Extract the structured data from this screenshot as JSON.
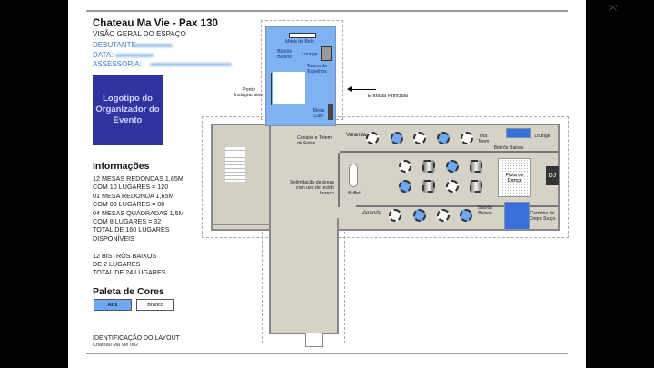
{
  "header": {
    "title": "Chateau Ma Vie - Pax 130",
    "subtitle": "VISÃO GERAL DO ESPAÇO",
    "debutante_label": "DEBUTANTE",
    "data_label": "DATA:",
    "assessoria_label": "ASSESSORIA:"
  },
  "logo": {
    "text": "Logotipo do Organizador do Evento"
  },
  "info": {
    "heading": "Informações",
    "body": "12 MESAS REDONDAS 1,65M\nCOM 10 LUGARES = 120\n01 MESA REDONDA 1,65M\nCOM 08 LUGARES = 08\n04 MESAS QUADRADAS 1,5M\nCOM 8 LUGARES = 32\nTOTAL DE 160 LUGARES\nDISPONÍVEIS\n\n12 BISTRÔS BAIXOS\nDE 2 LUGARES\nTOTAL DE 24 LUGARES"
  },
  "palette": {
    "heading": "Paleta de Cores",
    "swatches": [
      {
        "label": "Azul",
        "color": "#6fa8f0"
      },
      {
        "label": "Branco",
        "color": "#ffffff"
      }
    ]
  },
  "footer": {
    "line1": "IDENTIFICAÇÃO DO LAYOUT",
    "line2": "Chateau Ma Vie 002"
  },
  "plan": {
    "mesa_bolo": "Mesa do Bolo",
    "bistros_top": "Bistrôs Baixos",
    "lounge_top": "Lounge",
    "totem_espelhos": "Totens de Espelhos",
    "ponto_insta": "Ponto Instagramável",
    "mesa_cafe": "Mesa Café",
    "entrada": "Entrada Principal",
    "cenario": "Cenário e Totem de Fotos",
    "delimitacao": "Delimitação de áreas com uso de tecido branco",
    "buffet": "Buffet",
    "varanda_top": "Varanda",
    "varanda_bottom": "Varanda",
    "ilha": "Ilha Teem",
    "lounge_right": "Lounge",
    "bistros_right": "Bistrôs Baixos",
    "pista": "Pista de Dança",
    "dj": "DJ",
    "bistros_bottom": "Bistrôs Baixos",
    "carrinho": "Carrinho de Crepe Suíço"
  },
  "tables": [
    {
      "row": "top",
      "shape": "round",
      "color": "#ffffff"
    },
    {
      "row": "top",
      "shape": "round",
      "color": "#6fa8f0"
    },
    {
      "row": "top",
      "shape": "round",
      "color": "#ffffff"
    },
    {
      "row": "top",
      "shape": "round",
      "color": "#6fa8f0"
    },
    {
      "row": "top",
      "shape": "round",
      "color": "#ffffff"
    },
    {
      "row": "mid1",
      "shape": "round",
      "color": "#ffffff"
    },
    {
      "row": "mid1",
      "shape": "square",
      "color": "#cccccc"
    },
    {
      "row": "mid1",
      "shape": "round",
      "color": "#6fa8f0"
    },
    {
      "row": "mid1",
      "shape": "square",
      "color": "#cccccc"
    },
    {
      "row": "mid2",
      "shape": "round",
      "color": "#6fa8f0"
    },
    {
      "row": "mid2",
      "shape": "square",
      "color": "#cccccc"
    },
    {
      "row": "mid2",
      "shape": "round",
      "color": "#ffffff"
    },
    {
      "row": "mid2",
      "shape": "square",
      "color": "#cccccc"
    },
    {
      "row": "bottom",
      "shape": "round",
      "color": "#ffffff"
    },
    {
      "row": "bottom",
      "shape": "round",
      "color": "#6fa8f0"
    },
    {
      "row": "bottom",
      "shape": "round",
      "color": "#ffffff"
    },
    {
      "row": "bottom",
      "shape": "round",
      "color": "#6fa8f0"
    }
  ]
}
